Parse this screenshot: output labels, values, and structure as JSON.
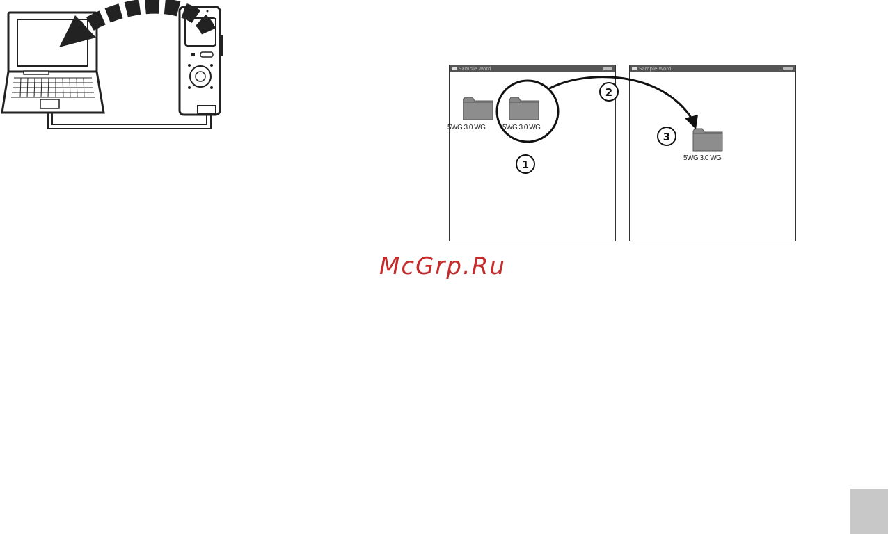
{
  "windows": {
    "left": {
      "title": "Sample Word"
    },
    "right": {
      "title": "Sample Word"
    }
  },
  "folders": {
    "left_a": {
      "label": "5WG 3.0 WG"
    },
    "left_b": {
      "label": "5WG 3.0 WG"
    },
    "right": {
      "label": "5WG 3.0 WG"
    }
  },
  "steps": [
    "1",
    "2",
    "3"
  ],
  "watermark": "McGrp.Ru",
  "icons": {
    "laptop": "laptop-icon",
    "recorder": "voice-recorder-icon",
    "transfer_arrow": "dashed-arrow-icon",
    "folder": "folder-icon"
  },
  "colors": {
    "watermark": "#c62a2a",
    "page_tab": "#c8c8c8"
  }
}
